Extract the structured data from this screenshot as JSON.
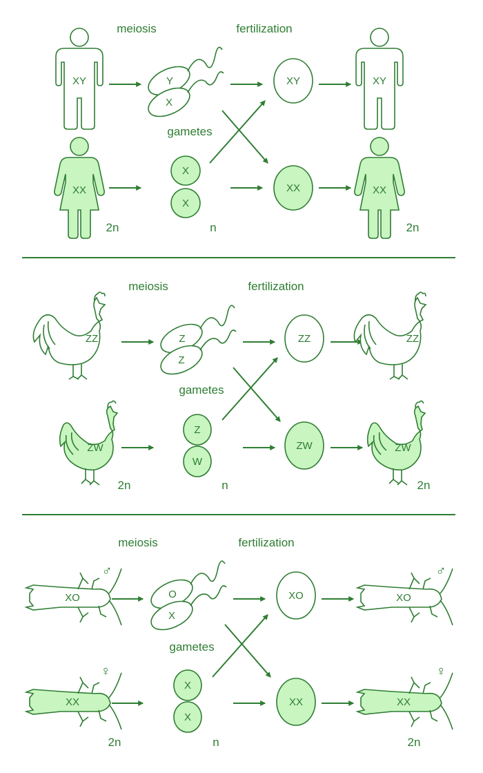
{
  "labels": {
    "meiosis": "meiosis",
    "fertilization": "fertilization",
    "gametes": "gametes",
    "diploid": "2n",
    "haploid": "n"
  },
  "sections": [
    {
      "id": "xy",
      "organism": "human",
      "parents": {
        "male": "XY",
        "female": "XX"
      },
      "male_gametes": [
        "Y",
        "X"
      ],
      "female_gametes": [
        "X",
        "X"
      ],
      "zygotes": [
        "XY",
        "XX"
      ],
      "offspring": {
        "male": "XY",
        "female": "XX"
      }
    },
    {
      "id": "zw",
      "organism": "chicken",
      "parents": {
        "male": "ZZ",
        "female": "ZW"
      },
      "male_gametes": [
        "Z",
        "Z"
      ],
      "female_gametes": [
        "Z",
        "W"
      ],
      "zygotes": [
        "ZZ",
        "ZW"
      ],
      "offspring": {
        "male": "ZZ",
        "female": "ZW"
      }
    },
    {
      "id": "xo",
      "organism": "grasshopper",
      "parents": {
        "male": "XO",
        "female": "XX"
      },
      "male_gametes": [
        "O",
        "X"
      ],
      "female_gametes": [
        "X",
        "X"
      ],
      "zygotes": [
        "XO",
        "XX"
      ],
      "offspring": {
        "male": "XO",
        "female": "XX"
      },
      "symbols": {
        "male": "♂",
        "female": "♀"
      }
    }
  ],
  "colors": {
    "stroke": "#2e7d32",
    "fill": "#c8f5c0"
  }
}
